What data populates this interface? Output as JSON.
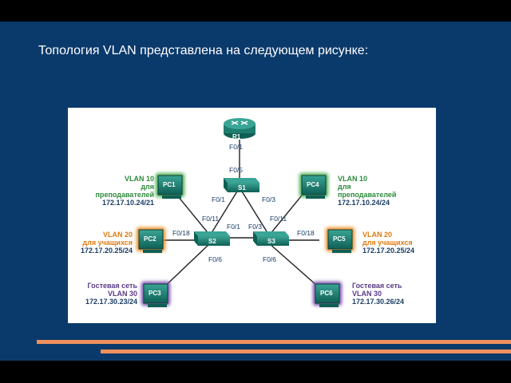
{
  "title": "Топология VLAN представлена на следующем рисунке:",
  "colors": {
    "background": "#0a3a6b",
    "accent_bars": "#f0905c",
    "vlan10": "#2e8b3c",
    "vlan20": "#e07b10",
    "vlan30": "#5a3a8a",
    "device": "#1d7d6e",
    "ip_text": "#1a3c66"
  },
  "diagram": {
    "router": {
      "label": "R1",
      "port": "F0/1"
    },
    "s1": {
      "label": "S1",
      "port_up": "F0/5",
      "port_left": "F0/1",
      "port_right": "F0/3"
    },
    "s2": {
      "label": "S2",
      "port_up": "F0/11",
      "port_left": "F0/18",
      "port_right": "F0/1",
      "port_down": "F0/6"
    },
    "s3": {
      "label": "S3",
      "port_up": "F0/11",
      "port_left": "F0/3",
      "port_right": "F0/18",
      "port_down": "F0/6"
    },
    "pcs": {
      "pc1": {
        "label": "PC1",
        "vlan": "VLAN 10",
        "desc1": "для",
        "desc2": "преподавателей",
        "ip": "172.17.10.24/21"
      },
      "pc2": {
        "label": "PC2",
        "vlan": "VLAN 20",
        "desc1": "для учащихся",
        "ip": "172.17.20.25/24"
      },
      "pc3": {
        "label": "PC3",
        "desc1": "Гостевая сеть",
        "vlan": "VLAN 30",
        "ip": "172.17.30.23/24"
      },
      "pc4": {
        "label": "PC4",
        "vlan": "VLAN 10",
        "desc1": "для",
        "desc2": "преподавателей",
        "ip": "172.17.10.24/24"
      },
      "pc5": {
        "label": "PC5",
        "vlan": "VLAN 20",
        "desc1": "для учащихся",
        "ip": "172.17.20.25/24"
      },
      "pc6": {
        "label": "PC6",
        "desc1": "Гостевая сеть",
        "vlan": "VLAN 30",
        "ip": "172.17.30.26/24"
      }
    }
  }
}
